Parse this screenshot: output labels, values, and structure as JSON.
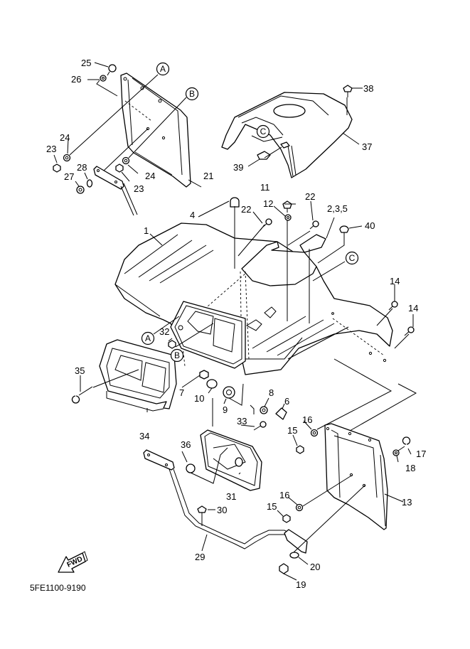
{
  "diagram": {
    "type": "exploded-parts-diagram",
    "drawing_code": "5FE1100-9190",
    "direction_marker": "FWD",
    "reference_markers": [
      "A",
      "B",
      "C"
    ],
    "parts": [
      {
        "callout": "1",
        "description": "front fender main body"
      },
      {
        "callout": "2,3,5",
        "description": "emblem / decal"
      },
      {
        "callout": "4",
        "description": "plug cap"
      },
      {
        "callout": "6",
        "description": "bolt"
      },
      {
        "callout": "7",
        "description": "nut"
      },
      {
        "callout": "8",
        "description": "washer"
      },
      {
        "callout": "9",
        "description": "grommet"
      },
      {
        "callout": "10",
        "description": "collar"
      },
      {
        "callout": "11",
        "description": "bolt"
      },
      {
        "callout": "12",
        "description": "washer"
      },
      {
        "callout": "13",
        "description": "mud flap"
      },
      {
        "callout": "14",
        "description": "screw"
      },
      {
        "callout": "15",
        "description": "nut"
      },
      {
        "callout": "16",
        "description": "lock washer"
      },
      {
        "callout": "17",
        "description": "bolt"
      },
      {
        "callout": "18",
        "description": "lock washer"
      },
      {
        "callout": "19",
        "description": "nut"
      },
      {
        "callout": "20",
        "description": "washer"
      },
      {
        "callout": "21",
        "description": "mud flap"
      },
      {
        "callout": "22",
        "description": "screw"
      },
      {
        "callout": "23",
        "description": "nut"
      },
      {
        "callout": "24",
        "description": "lock washer"
      },
      {
        "callout": "25",
        "description": "bolt"
      },
      {
        "callout": "26",
        "description": "lock washer"
      },
      {
        "callout": "27",
        "description": "nut"
      },
      {
        "callout": "28",
        "description": "washer"
      },
      {
        "callout": "29",
        "description": "stay"
      },
      {
        "callout": "30",
        "description": "bolt"
      },
      {
        "callout": "31",
        "description": "tool box"
      },
      {
        "callout": "32",
        "description": "nut"
      },
      {
        "callout": "33",
        "description": "screw"
      },
      {
        "callout": "34",
        "description": "headlight cover"
      },
      {
        "callout": "35",
        "description": "screw"
      },
      {
        "callout": "36",
        "description": "cap"
      },
      {
        "callout": "37",
        "description": "tank cover"
      },
      {
        "callout": "38",
        "description": "screw"
      },
      {
        "callout": "39",
        "description": "nut"
      },
      {
        "callout": "40",
        "description": "screw"
      }
    ],
    "labels": {
      "l1": "1",
      "l235": "2,3,5",
      "l4": "4",
      "l6": "6",
      "l7": "7",
      "l8": "8",
      "l9": "9",
      "l10": "10",
      "l11": "11",
      "l12": "12",
      "l13": "13",
      "l14a": "14",
      "l14b": "14",
      "l15a": "15",
      "l15b": "15",
      "l16a": "16",
      "l16b": "16",
      "l17": "17",
      "l18": "18",
      "l19": "19",
      "l20": "20",
      "l21": "21",
      "l22a": "22",
      "l22b": "22",
      "l23a": "23",
      "l23b": "23",
      "l24a": "24",
      "l24b": "24",
      "l25": "25",
      "l26": "26",
      "l27": "27",
      "l28": "28",
      "l29": "29",
      "l30": "30",
      "l31": "31",
      "l32": "32",
      "l33": "33",
      "l34": "34",
      "l35": "35",
      "l36": "36",
      "l37": "37",
      "l38": "38",
      "l39": "39",
      "l40": "40",
      "refA1": "A",
      "refA2": "A",
      "refB1": "B",
      "refB2": "B",
      "refC1": "C",
      "refC2": "C"
    }
  }
}
